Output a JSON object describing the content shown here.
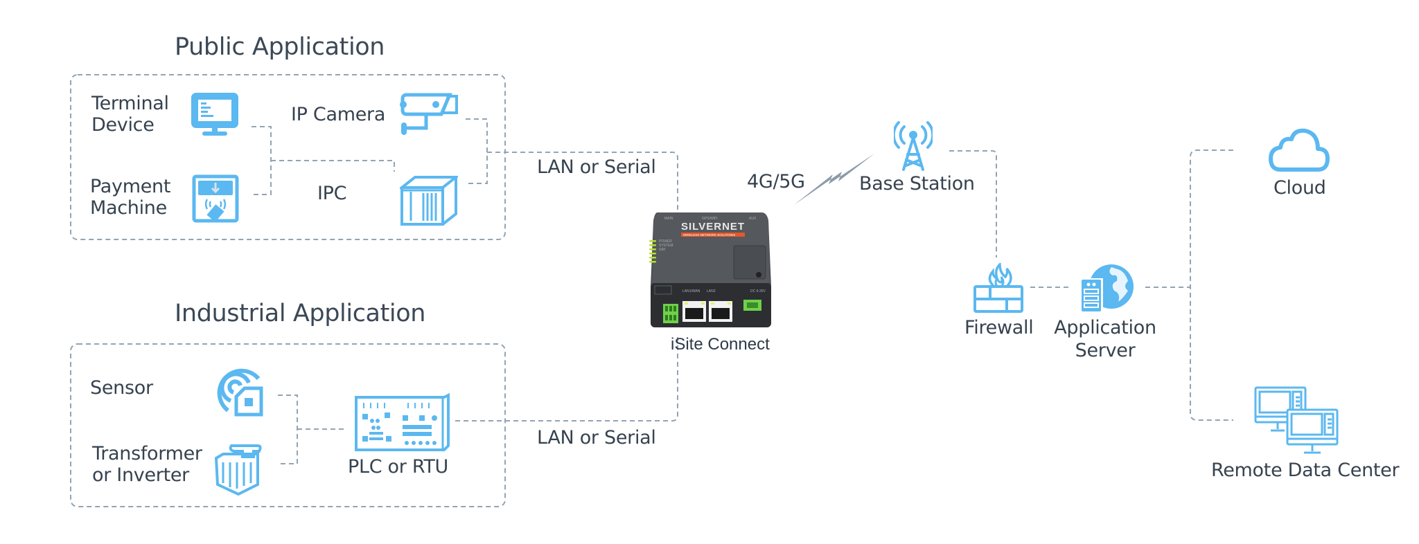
{
  "sections": {
    "public": {
      "title": "Public Application",
      "devices": {
        "terminal": {
          "line1": "Terminal",
          "line2": "Device",
          "icon": "monitor-icon"
        },
        "payment": {
          "line1": "Payment",
          "line2": "Machine",
          "icon": "payment-terminal-icon"
        },
        "camera": {
          "label": "IP Camera",
          "icon": "security-camera-icon"
        },
        "ipc": {
          "label": "IPC",
          "icon": "industrial-pc-icon"
        }
      }
    },
    "industrial": {
      "title": "Industrial Application",
      "devices": {
        "sensor": {
          "label": "Sensor",
          "icon": "sensor-icon"
        },
        "transformer": {
          "line1": "Transformer",
          "line2": "or Inverter",
          "icon": "transformer-icon"
        },
        "plc": {
          "label": "PLC or RTU",
          "icon": "plc-board-icon"
        }
      }
    }
  },
  "links": {
    "public_link": "LAN or Serial",
    "industrial_link": "LAN or Serial",
    "wireless_link": "4G/5G"
  },
  "router": {
    "label": "iSite Connect",
    "brand": "SILVERNET",
    "tagline": "WIRELESS·NETWORK·SOLUTIONS",
    "antenna_ports": [
      "MAIN",
      "GPS/WIFI",
      "AUX"
    ],
    "leds": [
      "POWER",
      "SYSTEM",
      "SIM"
    ],
    "ports": [
      "LAN1/WAN",
      "LAN2",
      "DC 9-36V"
    ]
  },
  "network": {
    "base_station": {
      "label": "Base Station",
      "icon": "cell-tower-icon"
    },
    "firewall": {
      "label": "Firewall",
      "icon": "firewall-icon"
    },
    "app_server": {
      "line1": "Application",
      "line2": "Server",
      "icon": "web-server-icon"
    },
    "cloud": {
      "label": "Cloud",
      "icon": "cloud-icon"
    },
    "data_center": {
      "label": "Remote Data Center",
      "icon": "dual-monitor-icon"
    }
  },
  "colors": {
    "icon_blue": "#5bb8f0",
    "connector_gray": "#93a3b4",
    "text_dark": "#36424f",
    "brand_orange": "#e4582a",
    "led_green": "#b6e02a",
    "terminal_green": "#6fd14a"
  }
}
